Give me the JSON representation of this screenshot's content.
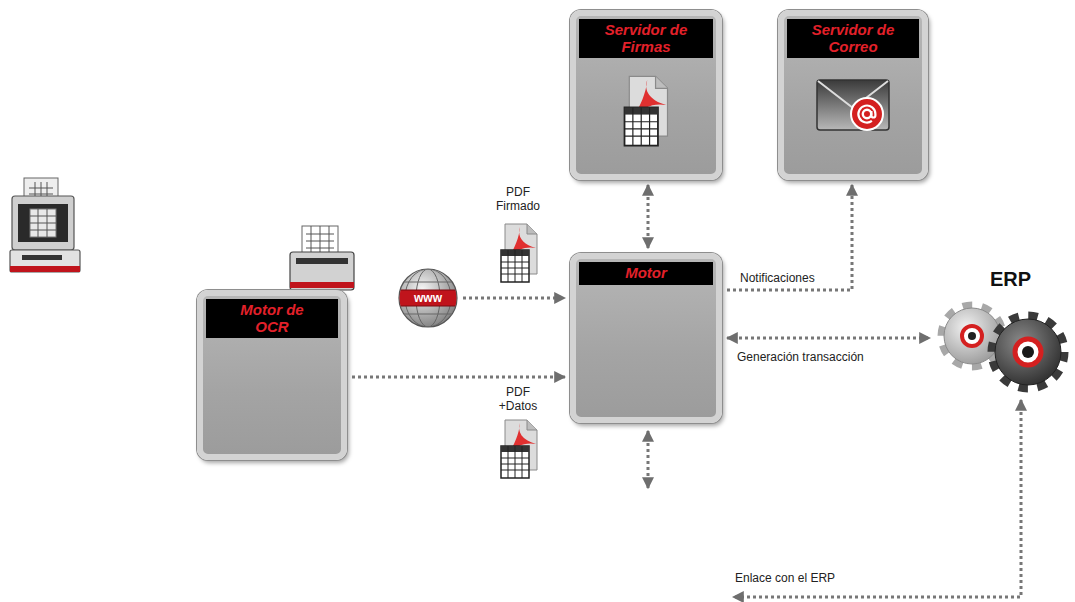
{
  "diagram": {
    "nodes": [
      {
        "text": [
          "Servidor de Firmas"
        ]
      },
      {
        "text": [
          "Servidor de Correo"
        ]
      },
      {
        "text": [
          "Motor de OCR"
        ]
      },
      {
        "text": [
          "www"
        ]
      },
      {
        "text": [
          "Motor"
        ]
      },
      {
        "text": [
          "ERP"
        ]
      }
    ],
    "edges": [
      {
        "from": 2,
        "to": 4,
        "arrow": "to",
        "label": "PDF +Datos"
      },
      {
        "from": 3,
        "to": 4,
        "arrow": "to",
        "label": "PDF Firmado"
      },
      {
        "from": 0,
        "to": 4,
        "arrow": "both"
      },
      {
        "from": 4,
        "to": 1,
        "arrow": "to",
        "label": "Notificaciones"
      },
      {
        "from": 4,
        "to": 5,
        "arrow": "both",
        "label": "Generación transacción"
      }
    ],
    "labels": [
      "Enlace con el ERP"
    ]
  }
}
